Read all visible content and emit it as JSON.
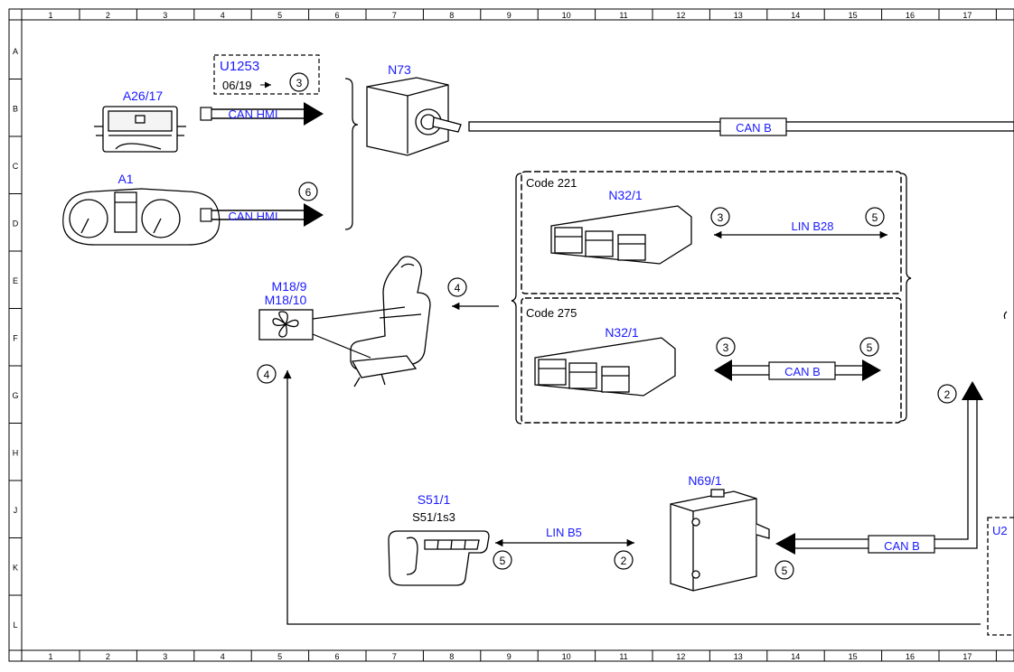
{
  "colors": {
    "label_blue": "#1a1aff",
    "line": "#000000",
    "background": "#ffffff"
  },
  "grid": {
    "columns": [
      "1",
      "2",
      "3",
      "4",
      "5",
      "6",
      "7",
      "8",
      "9",
      "10",
      "11",
      "12",
      "13",
      "14",
      "15",
      "16",
      "17"
    ],
    "rows": [
      "A",
      "B",
      "C",
      "D",
      "E",
      "F",
      "G",
      "H",
      "J",
      "K",
      "L"
    ]
  },
  "components": {
    "a26_17": {
      "id": "A26/17"
    },
    "a1": {
      "id": "A1"
    },
    "n73": {
      "id": "N73"
    },
    "u1253": {
      "id": "U1253",
      "date": "06/19"
    },
    "m18": {
      "id1": "M18/9",
      "id2": "M18/10"
    },
    "s51_1": {
      "id": "S51/1",
      "sub": "S51/1s3"
    },
    "n69_1": {
      "id": "N69/1"
    },
    "code221": {
      "label": "Code 221",
      "unit": "N32/1"
    },
    "code275": {
      "label": "Code 275",
      "unit": "N32/1"
    },
    "u2_partial": {
      "id": "U2"
    }
  },
  "buses": {
    "can_hmi_1": "CAN HMI",
    "can_hmi_2": "CAN HMI",
    "can_b_top": "CAN B",
    "lin_b28": "LIN B28",
    "can_b_275": "CAN B",
    "can_b_n69": "CAN B",
    "lin_b5": "LIN B5"
  },
  "circles": {
    "u1253_ref": "3",
    "a1_ref": "6",
    "seat_ref": "4",
    "m18_ref": "4",
    "c221_left": "3",
    "c221_right": "5",
    "c275_left": "3",
    "c275_right": "5",
    "right_ref": "2",
    "n69_ref": "5",
    "s51_left": "5",
    "s51_right": "2"
  }
}
